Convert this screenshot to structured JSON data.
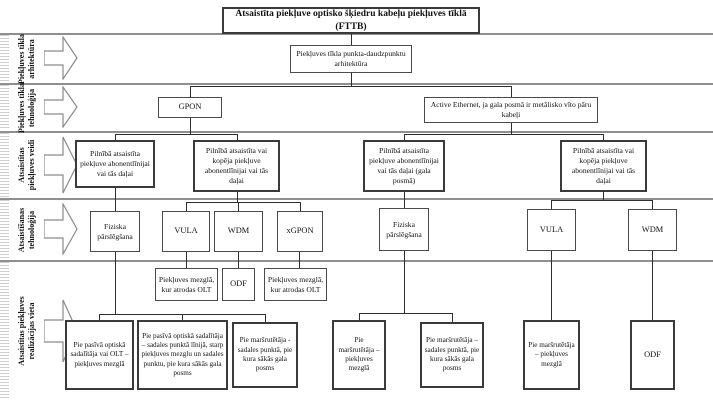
{
  "diagram": {
    "title": "Atsaistīta piekļuve optisko šķiedru kabeļu piekļuves tīklā",
    "title_sub": "(FTTB)",
    "bands": {
      "architecture": "Piekļuves tīkla arhitektūra",
      "technology": "Piekļuves tīkla tehnoloģija",
      "access_types": "Atsaistītas piekļuves veidi",
      "unbundling_technology": "Atsaistīšanas tehnoloģija",
      "realization_place": "Atsaistītas piekļuves realizācijas vieta"
    },
    "nodes": {
      "architecture": "Piekļuves tīkla punkta-daudzpunktu arhitektūra",
      "gpon": "GPON",
      "active_ethernet": "Active Ethernet, ja gala posmā ir metālisko vīto pāru kabeļi",
      "type_full_gpon": "Pilnībā atsaistīta piekļuve abonentlīnijai vai tās daļai",
      "type_full_or_shared_gpon": "Pilnībā atsaistīta vai kopēja piekļuve abonentlīnijai vai tās daļai",
      "type_full_ae": "Pilnībā atsaistīta piekļuve abonentlīnijai vai tās daļai (gala posmā)",
      "type_full_or_shared_ae": "Pilnībā atsaistīta vai kopēja piekļuve abonentlīnijai vai tās daļai",
      "physical_switching_1": "Fiziska pārslēgšana",
      "vula_1": "VULA",
      "wdm_1": "WDM",
      "xgpon": "xGPON",
      "physical_switching_2": "Fiziska pārslēgšana",
      "vula_2": "VULA",
      "wdm_2": "WDM",
      "access_node_olt_1": "Piekļuves mezglā, kur atrodas OLT",
      "odf_1": "ODF",
      "access_node_olt_2": "Piekļuves mezglā, kur atrodas OLT",
      "loc_splitter_or_olt": "Pie pasīvā optiskā sadalītāja vai OLT – piekļuves mezglā",
      "loc_splitter_dp": "Pie pasīvā optiskā sadalītāja – sadales punktā līnijā, starp piekļuves mezglu un sadales punktu, pie kura sākās gala posms",
      "loc_router_dp_1": "Pie maršrutētāja - sadales punktā, pie kura sākās gala posms",
      "loc_router_an_1": "Pie maršrutētāja – piekļuves mezglā",
      "loc_router_dp_2": "Pie maršrutētāja – sadales punktā, pie kura sākās gala posms",
      "loc_router_an_2": "Pie maršrutētāja – piekļuves mezglā",
      "odf_2": "ODF"
    },
    "colors": {
      "separator": "#8f8f8f",
      "box_border": "#3a3a3a",
      "connector": "#2e2e2e"
    }
  }
}
